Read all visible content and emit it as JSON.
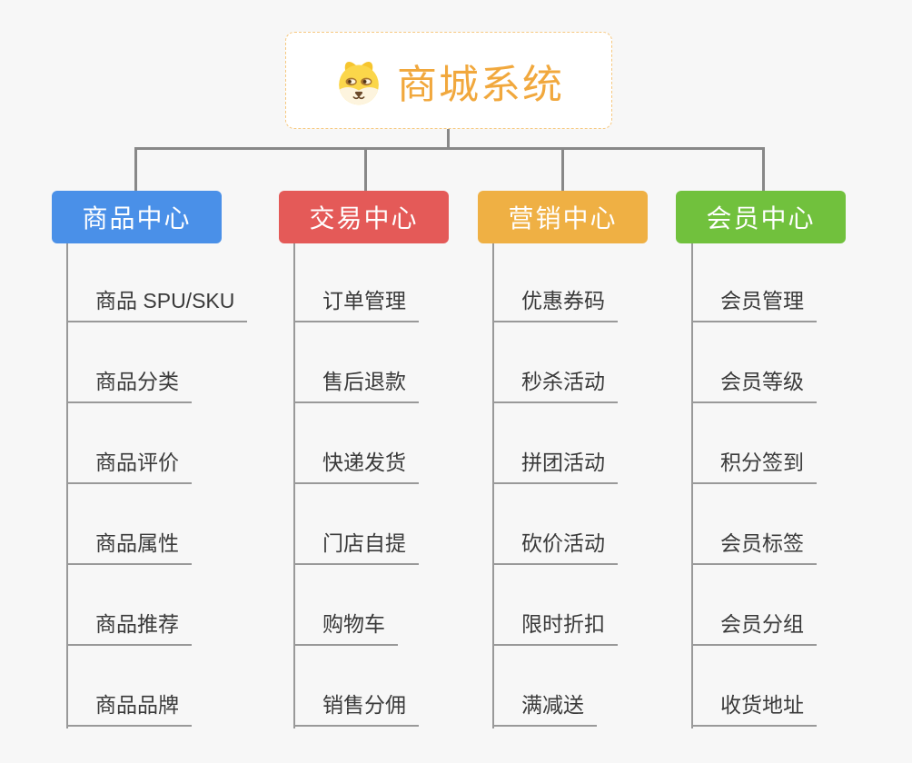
{
  "page": {
    "background_color": "#f7f7f7"
  },
  "root": {
    "title": "商城系统",
    "icon": "dog-face-icon",
    "text_color": "#f1a83d",
    "border_color": "#f6c87f",
    "background_color": "#ffffff"
  },
  "branches": [
    {
      "label": "商品中心",
      "color": "#4a90e8",
      "children": [
        "商品 SPU/SKU",
        "商品分类",
        "商品评价",
        "商品属性",
        "商品推荐",
        "商品品牌"
      ]
    },
    {
      "label": "交易中心",
      "color": "#e45a58",
      "children": [
        "订单管理",
        "售后退款",
        "快递发货",
        "门店自提",
        "购物车",
        "销售分佣"
      ]
    },
    {
      "label": "营销中心",
      "color": "#efb044",
      "children": [
        "优惠券码",
        "秒杀活动",
        "拼团活动",
        "砍价活动",
        "限时折扣",
        "满减送"
      ]
    },
    {
      "label": "会员中心",
      "color": "#71c13d",
      "children": [
        "会员管理",
        "会员等级",
        "积分签到",
        "会员标签",
        "会员分组",
        "收货地址"
      ]
    }
  ],
  "connectors": {
    "tree_line_color": "#888888",
    "leaf_line_color": "#999999",
    "leaf_text_color": "#3a3a3a"
  }
}
